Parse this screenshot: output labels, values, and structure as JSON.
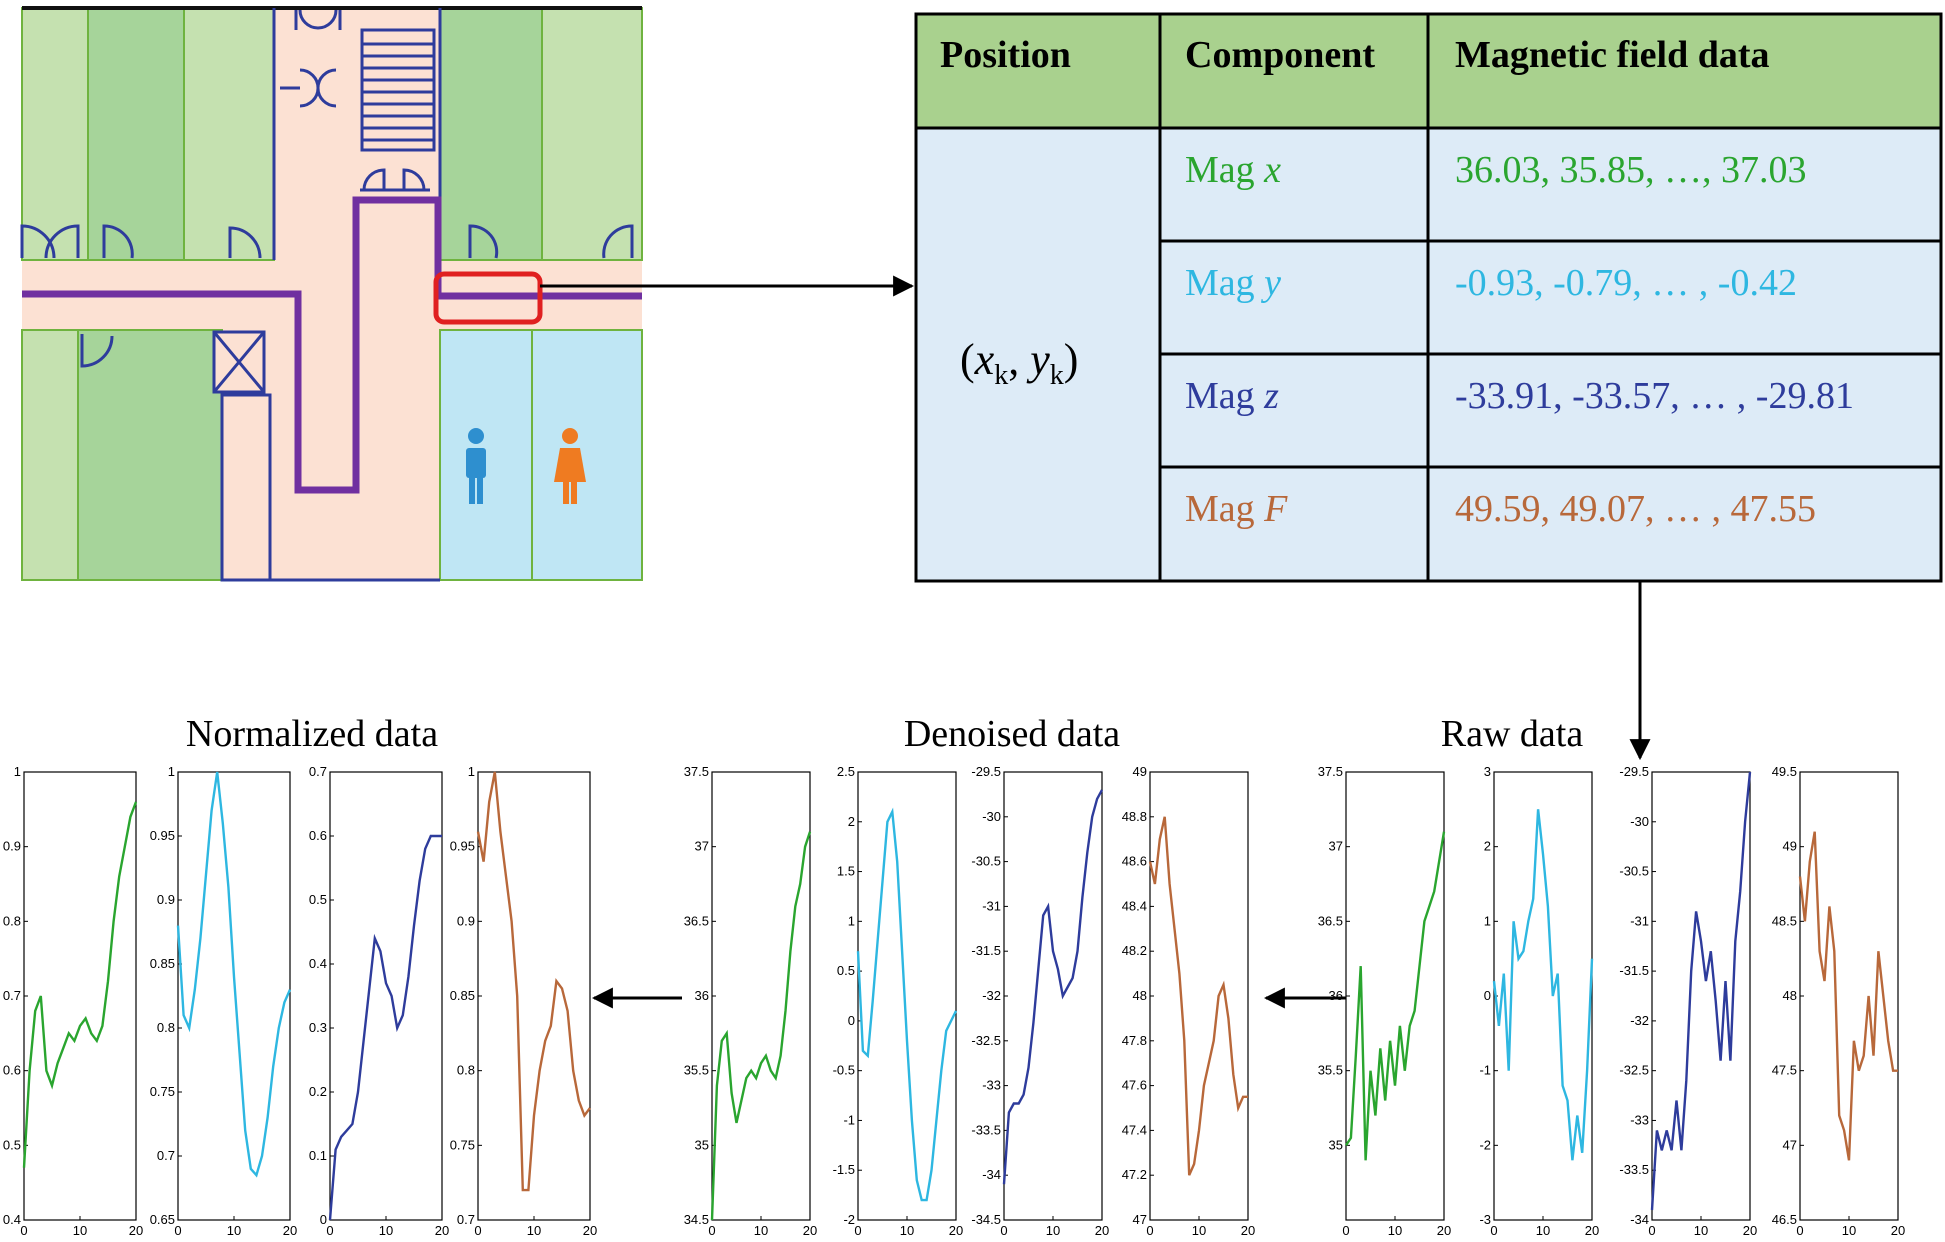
{
  "colors": {
    "x": "#2aa52f",
    "y": "#2eb7e1",
    "z": "#2e3c9c",
    "F": "#b8683a",
    "header_bg": "#a9d18e",
    "body_bg": "#ddebf7",
    "path": "#7030a0",
    "marker": "#e02020"
  },
  "floorplan": {
    "icons": [
      "male-restroom-icon",
      "female-restroom-icon",
      "elevator-icon",
      "stairs-icon",
      "door-icon"
    ]
  },
  "table": {
    "headers": [
      "Position",
      "Component",
      "Magnetic field data"
    ],
    "position": {
      "prefix": "(",
      "x": "x",
      "sub_x": "k",
      "sep": ", ",
      "y": "y",
      "sub_y": "k",
      "suffix": ")"
    },
    "rows": [
      {
        "comp_prefix": "Mag ",
        "comp_var": "x",
        "data": "36.03, 35.85, …, 37.03"
      },
      {
        "comp_prefix": "Mag ",
        "comp_var": "y",
        "data": "-0.93, -0.79, … , -0.42"
      },
      {
        "comp_prefix": "Mag ",
        "comp_var": "z",
        "data": "-33.91, -33.57, … , -29.81"
      },
      {
        "comp_prefix": "Mag ",
        "comp_var": "F",
        "data": "49.59, 49.07, … , 47.55"
      }
    ]
  },
  "chart_data": [
    {
      "type": "line",
      "group": "Raw data",
      "panels": [
        {
          "component": "x",
          "xlim": [
            0,
            20
          ],
          "ylim": [
            34.5,
            37.5
          ],
          "xticks": [
            "0",
            "10",
            "20"
          ],
          "yticks": [
            "35",
            "35.5",
            "36",
            "36.5",
            "37",
            "37.5"
          ],
          "x": [
            0,
            1,
            2,
            3,
            4,
            5,
            6,
            7,
            8,
            9,
            10,
            11,
            12,
            13,
            14,
            15,
            16,
            17,
            18,
            19,
            20
          ],
          "values": [
            35.0,
            35.05,
            35.6,
            36.2,
            34.9,
            35.5,
            35.2,
            35.65,
            35.3,
            35.7,
            35.4,
            35.8,
            35.5,
            35.8,
            35.9,
            36.2,
            36.5,
            36.6,
            36.7,
            36.9,
            37.1
          ]
        },
        {
          "component": "y",
          "xlim": [
            0,
            20
          ],
          "ylim": [
            -3,
            3
          ],
          "xticks": [
            "0",
            "10",
            "20"
          ],
          "yticks": [
            "-3",
            "-2",
            "-1",
            "0",
            "1",
            "2",
            "3"
          ],
          "x": [
            0,
            1,
            2,
            3,
            4,
            5,
            6,
            7,
            8,
            9,
            10,
            11,
            12,
            13,
            14,
            15,
            16,
            17,
            18,
            19,
            20
          ],
          "values": [
            0.2,
            -0.4,
            0.3,
            -1.0,
            1.0,
            0.5,
            0.6,
            1.0,
            1.3,
            2.5,
            1.9,
            1.2,
            0.0,
            0.3,
            -1.2,
            -1.4,
            -2.2,
            -1.6,
            -2.1,
            -1.0,
            0.5
          ]
        },
        {
          "component": "z",
          "xlim": [
            0,
            20
          ],
          "ylim": [
            -34,
            -29.5
          ],
          "xticks": [
            "0",
            "10",
            "20"
          ],
          "yticks": [
            "-34",
            "-33.5",
            "-33",
            "-32.5",
            "-32",
            "-31.5",
            "-31",
            "-30.5",
            "-30",
            "-29.5"
          ],
          "x": [
            0,
            1,
            2,
            3,
            4,
            5,
            6,
            7,
            8,
            9,
            10,
            11,
            12,
            13,
            14,
            15,
            16,
            17,
            18,
            19,
            20
          ],
          "values": [
            -33.9,
            -33.1,
            -33.3,
            -33.1,
            -33.3,
            -32.8,
            -33.3,
            -32.6,
            -31.5,
            -30.9,
            -31.2,
            -31.6,
            -31.3,
            -31.8,
            -32.4,
            -31.6,
            -32.4,
            -31.2,
            -30.7,
            -30.0,
            -29.5
          ]
        },
        {
          "component": "F",
          "xlim": [
            0,
            20
          ],
          "ylim": [
            46.5,
            49.5
          ],
          "xticks": [
            "0",
            "10",
            "20"
          ],
          "yticks": [
            "46.5",
            "47",
            "47.5",
            "48",
            "48.5",
            "49",
            "49.5"
          ],
          "x": [
            0,
            1,
            2,
            3,
            4,
            5,
            6,
            7,
            8,
            9,
            10,
            11,
            12,
            13,
            14,
            15,
            16,
            17,
            18,
            19,
            20
          ],
          "values": [
            48.8,
            48.5,
            48.9,
            49.1,
            48.3,
            48.1,
            48.6,
            48.3,
            47.2,
            47.1,
            46.9,
            47.7,
            47.5,
            47.6,
            48.0,
            47.6,
            48.3,
            48.0,
            47.7,
            47.5,
            47.5
          ]
        }
      ]
    },
    {
      "type": "line",
      "group": "Denoised data",
      "panels": [
        {
          "component": "x",
          "xlim": [
            0,
            20
          ],
          "ylim": [
            34.5,
            37.5
          ],
          "xticks": [
            "0",
            "10",
            "20"
          ],
          "yticks": [
            "34.5",
            "35",
            "35.5",
            "36",
            "36.5",
            "37",
            "37.5"
          ],
          "x": [
            0,
            1,
            2,
            3,
            4,
            5,
            6,
            7,
            8,
            9,
            10,
            11,
            12,
            13,
            14,
            15,
            16,
            17,
            18,
            19,
            20
          ],
          "values": [
            34.5,
            35.4,
            35.7,
            35.75,
            35.35,
            35.15,
            35.3,
            35.45,
            35.5,
            35.45,
            35.55,
            35.6,
            35.5,
            35.45,
            35.6,
            35.9,
            36.3,
            36.6,
            36.75,
            37.0,
            37.1
          ]
        },
        {
          "component": "y",
          "xlim": [
            0,
            20
          ],
          "ylim": [
            -2,
            2.5
          ],
          "xticks": [
            "0",
            "10",
            "20"
          ],
          "yticks": [
            "-2",
            "-1.5",
            "-1",
            "-0.5",
            "0",
            "0.5",
            "1",
            "1.5",
            "2",
            "2.5"
          ],
          "x": [
            0,
            1,
            2,
            3,
            4,
            5,
            6,
            7,
            8,
            9,
            10,
            11,
            12,
            13,
            14,
            15,
            16,
            17,
            18,
            19,
            20
          ],
          "values": [
            0.7,
            -0.3,
            -0.35,
            0.2,
            0.8,
            1.4,
            2.0,
            2.1,
            1.6,
            0.7,
            -0.2,
            -1.0,
            -1.6,
            -1.8,
            -1.8,
            -1.5,
            -1.0,
            -0.5,
            -0.1,
            0.0,
            0.1
          ]
        },
        {
          "component": "z",
          "xlim": [
            0,
            20
          ],
          "ylim": [
            -34.5,
            -29.5
          ],
          "xticks": [
            "0",
            "10",
            "20"
          ],
          "yticks": [
            "-34.5",
            "-34",
            "-33.5",
            "-33",
            "-32.5",
            "-32",
            "-31.5",
            "-31",
            "-30.5",
            "-30",
            "-29.5"
          ],
          "x": [
            0,
            1,
            2,
            3,
            4,
            5,
            6,
            7,
            8,
            9,
            10,
            11,
            12,
            13,
            14,
            15,
            16,
            17,
            18,
            19,
            20
          ],
          "values": [
            -34.1,
            -33.3,
            -33.2,
            -33.2,
            -33.1,
            -32.8,
            -32.3,
            -31.7,
            -31.1,
            -31.0,
            -31.5,
            -31.7,
            -32.0,
            -31.9,
            -31.8,
            -31.5,
            -30.9,
            -30.4,
            -30.0,
            -29.8,
            -29.7
          ]
        },
        {
          "component": "F",
          "xlim": [
            0,
            20
          ],
          "ylim": [
            47,
            49
          ],
          "xticks": [
            "0",
            "10",
            "20"
          ],
          "yticks": [
            "47",
            "47.2",
            "47.4",
            "47.6",
            "47.8",
            "48",
            "48.2",
            "48.4",
            "48.6",
            "48.8",
            "49"
          ],
          "x": [
            0,
            1,
            2,
            3,
            4,
            5,
            6,
            7,
            8,
            9,
            10,
            11,
            12,
            13,
            14,
            15,
            16,
            17,
            18,
            19,
            20
          ],
          "values": [
            48.6,
            48.5,
            48.7,
            48.8,
            48.5,
            48.3,
            48.1,
            47.8,
            47.2,
            47.25,
            47.4,
            47.6,
            47.7,
            47.8,
            48.0,
            48.05,
            47.9,
            47.65,
            47.5,
            47.55,
            47.55
          ]
        }
      ]
    },
    {
      "type": "line",
      "group": "Normalized data",
      "panels": [
        {
          "component": "x",
          "xlim": [
            0,
            20
          ],
          "ylim": [
            0.4,
            1
          ],
          "xticks": [
            "0",
            "10",
            "20"
          ],
          "yticks": [
            "0.4",
            "0.5",
            "0.6",
            "0.7",
            "0.8",
            "0.9",
            "1"
          ],
          "x": [
            0,
            1,
            2,
            3,
            4,
            5,
            6,
            7,
            8,
            9,
            10,
            11,
            12,
            13,
            14,
            15,
            16,
            17,
            18,
            19,
            20
          ],
          "values": [
            0.47,
            0.6,
            0.68,
            0.7,
            0.6,
            0.58,
            0.61,
            0.63,
            0.65,
            0.64,
            0.66,
            0.67,
            0.65,
            0.64,
            0.66,
            0.72,
            0.8,
            0.86,
            0.9,
            0.94,
            0.96
          ]
        },
        {
          "component": "y",
          "xlim": [
            0,
            20
          ],
          "ylim": [
            0.65,
            1
          ],
          "xticks": [
            "0",
            "10",
            "20"
          ],
          "yticks": [
            "0.65",
            "0.7",
            "0.75",
            "0.8",
            "0.85",
            "0.9",
            "0.95",
            "1"
          ],
          "x": [
            0,
            1,
            2,
            3,
            4,
            5,
            6,
            7,
            8,
            9,
            10,
            11,
            12,
            13,
            14,
            15,
            16,
            17,
            18,
            19,
            20
          ],
          "values": [
            0.88,
            0.81,
            0.8,
            0.83,
            0.87,
            0.92,
            0.97,
            1.0,
            0.96,
            0.91,
            0.84,
            0.78,
            0.72,
            0.69,
            0.685,
            0.7,
            0.73,
            0.77,
            0.8,
            0.82,
            0.83
          ]
        },
        {
          "component": "z",
          "xlim": [
            0,
            20
          ],
          "ylim": [
            0,
            0.7
          ],
          "xticks": [
            "0",
            "10",
            "20"
          ],
          "yticks": [
            "0",
            "0.1",
            "0.2",
            "0.3",
            "0.4",
            "0.5",
            "0.6",
            "0.7"
          ],
          "x": [
            0,
            1,
            2,
            3,
            4,
            5,
            6,
            7,
            8,
            9,
            10,
            11,
            12,
            13,
            14,
            15,
            16,
            17,
            18,
            19,
            20
          ],
          "values": [
            0.0,
            0.11,
            0.13,
            0.14,
            0.15,
            0.2,
            0.28,
            0.36,
            0.44,
            0.42,
            0.37,
            0.35,
            0.3,
            0.32,
            0.38,
            0.46,
            0.53,
            0.58,
            0.6,
            0.6,
            0.6
          ]
        },
        {
          "component": "F",
          "xlim": [
            0,
            20
          ],
          "ylim": [
            0.7,
            1
          ],
          "xticks": [
            "0",
            "10",
            "20"
          ],
          "yticks": [
            "0.7",
            "0.75",
            "0.8",
            "0.85",
            "0.9",
            "0.95",
            "1"
          ],
          "x": [
            0,
            1,
            2,
            3,
            4,
            5,
            6,
            7,
            8,
            9,
            10,
            11,
            12,
            13,
            14,
            15,
            16,
            17,
            18,
            19,
            20
          ],
          "values": [
            0.96,
            0.94,
            0.98,
            1.0,
            0.96,
            0.93,
            0.9,
            0.85,
            0.72,
            0.72,
            0.77,
            0.8,
            0.82,
            0.83,
            0.86,
            0.855,
            0.84,
            0.8,
            0.78,
            0.77,
            0.775
          ]
        }
      ]
    }
  ]
}
